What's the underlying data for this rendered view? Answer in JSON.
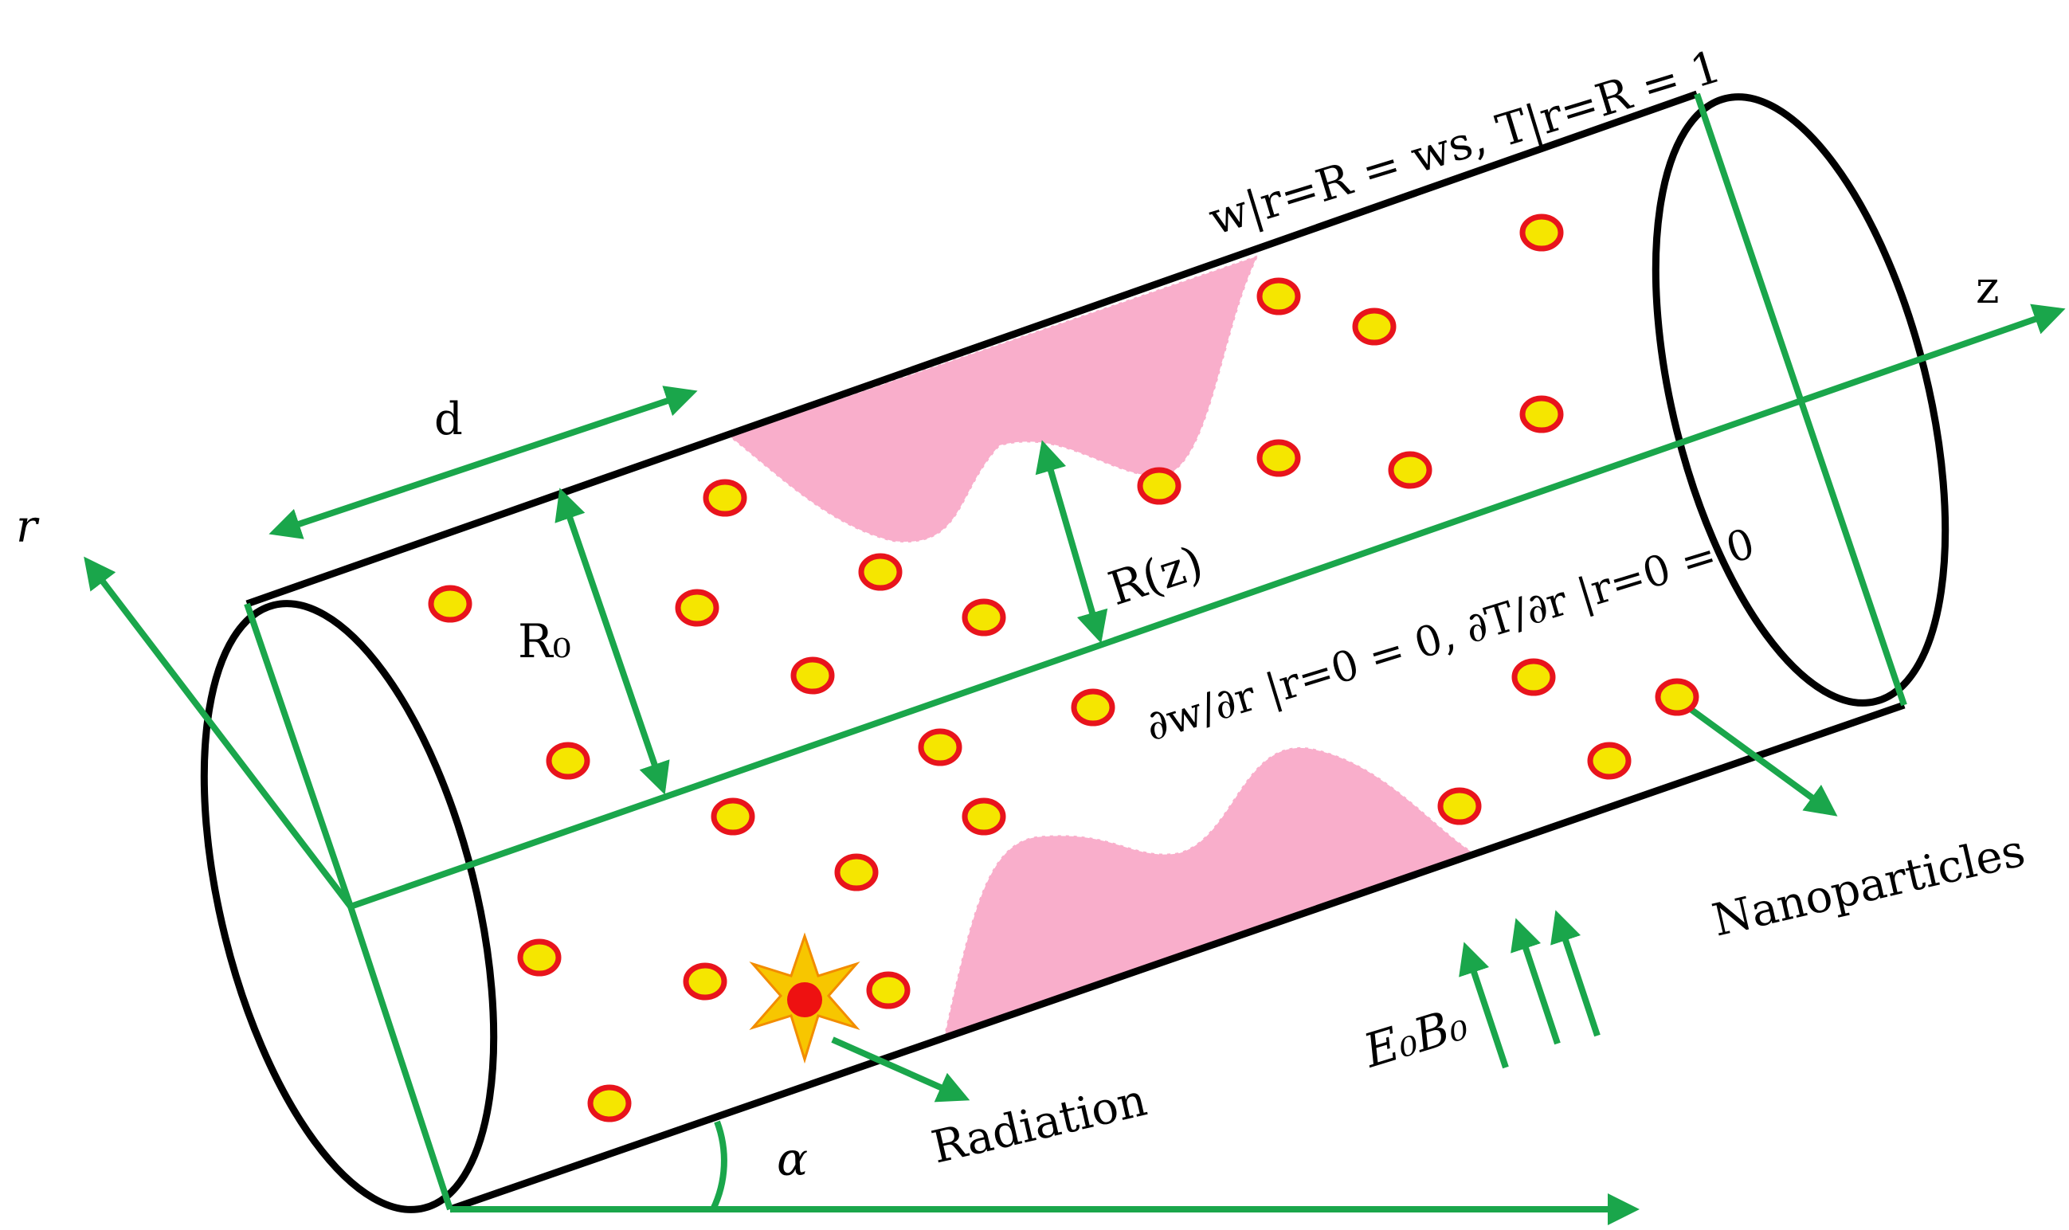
{
  "labels": {
    "r_axis": "r",
    "z_axis": "z",
    "d": "d",
    "R0": "R₀",
    "Rz": "R(z)",
    "alpha": "α",
    "top_bc": "w|r=R = ws,  T|r=R = 1",
    "center_bc": "∂w/∂r |r=0 = 0,  ∂T/∂r |r=0 = 0",
    "radiation": "Radiation",
    "nanoparticles": "Nanoparticles",
    "fields": "E₀B₀"
  },
  "colors": {
    "green": "#1aa64b",
    "outline": "#000000",
    "stenosis": "#f9aecb",
    "particle_fill": "#f5e600",
    "particle_ring": "#e8141c",
    "star_fill": "#f7c600",
    "star_core": "#ee1111"
  }
}
